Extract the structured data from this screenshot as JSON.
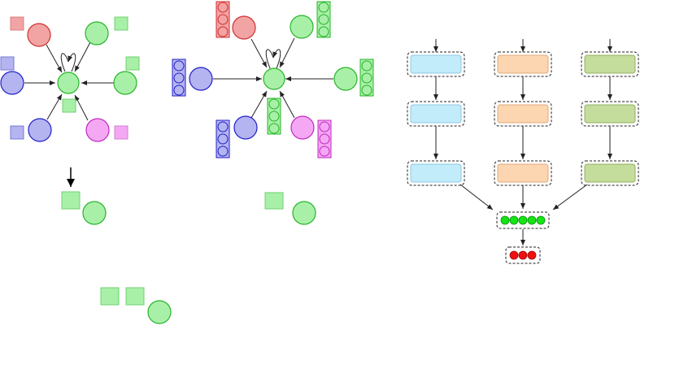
{
  "colors": {
    "red_fill": "#f2a3a3",
    "red_stroke": "#d03030",
    "blue_fill": "#b4b4f0",
    "blue_stroke": "#2020c8",
    "green_fill": "#a8f0a8",
    "green_stroke": "#28b428",
    "pink_fill": "#f4a8f4",
    "pink_stroke": "#c028c0",
    "cyan_fill": "#c2ecfa",
    "cyan_stroke": "#8cc8e0",
    "orange_fill": "#fcd6b0",
    "orange_stroke": "#e0a878",
    "olive_fill": "#c4dc9c",
    "olive_stroke": "#94b060",
    "bright_green": "#14e614",
    "bright_red": "#f01010",
    "line": "#222222"
  },
  "diagram": {
    "panels": [
      {
        "id": "neighbor-aggregation-scalar"
      },
      {
        "id": "neighbor-aggregation-vector"
      },
      {
        "id": "multi-branch-network"
      }
    ],
    "network": {
      "columns": [
        "cyan",
        "orange",
        "olive"
      ],
      "rows": 3,
      "output_dots_green": 5,
      "output_dots_red": 3
    }
  }
}
